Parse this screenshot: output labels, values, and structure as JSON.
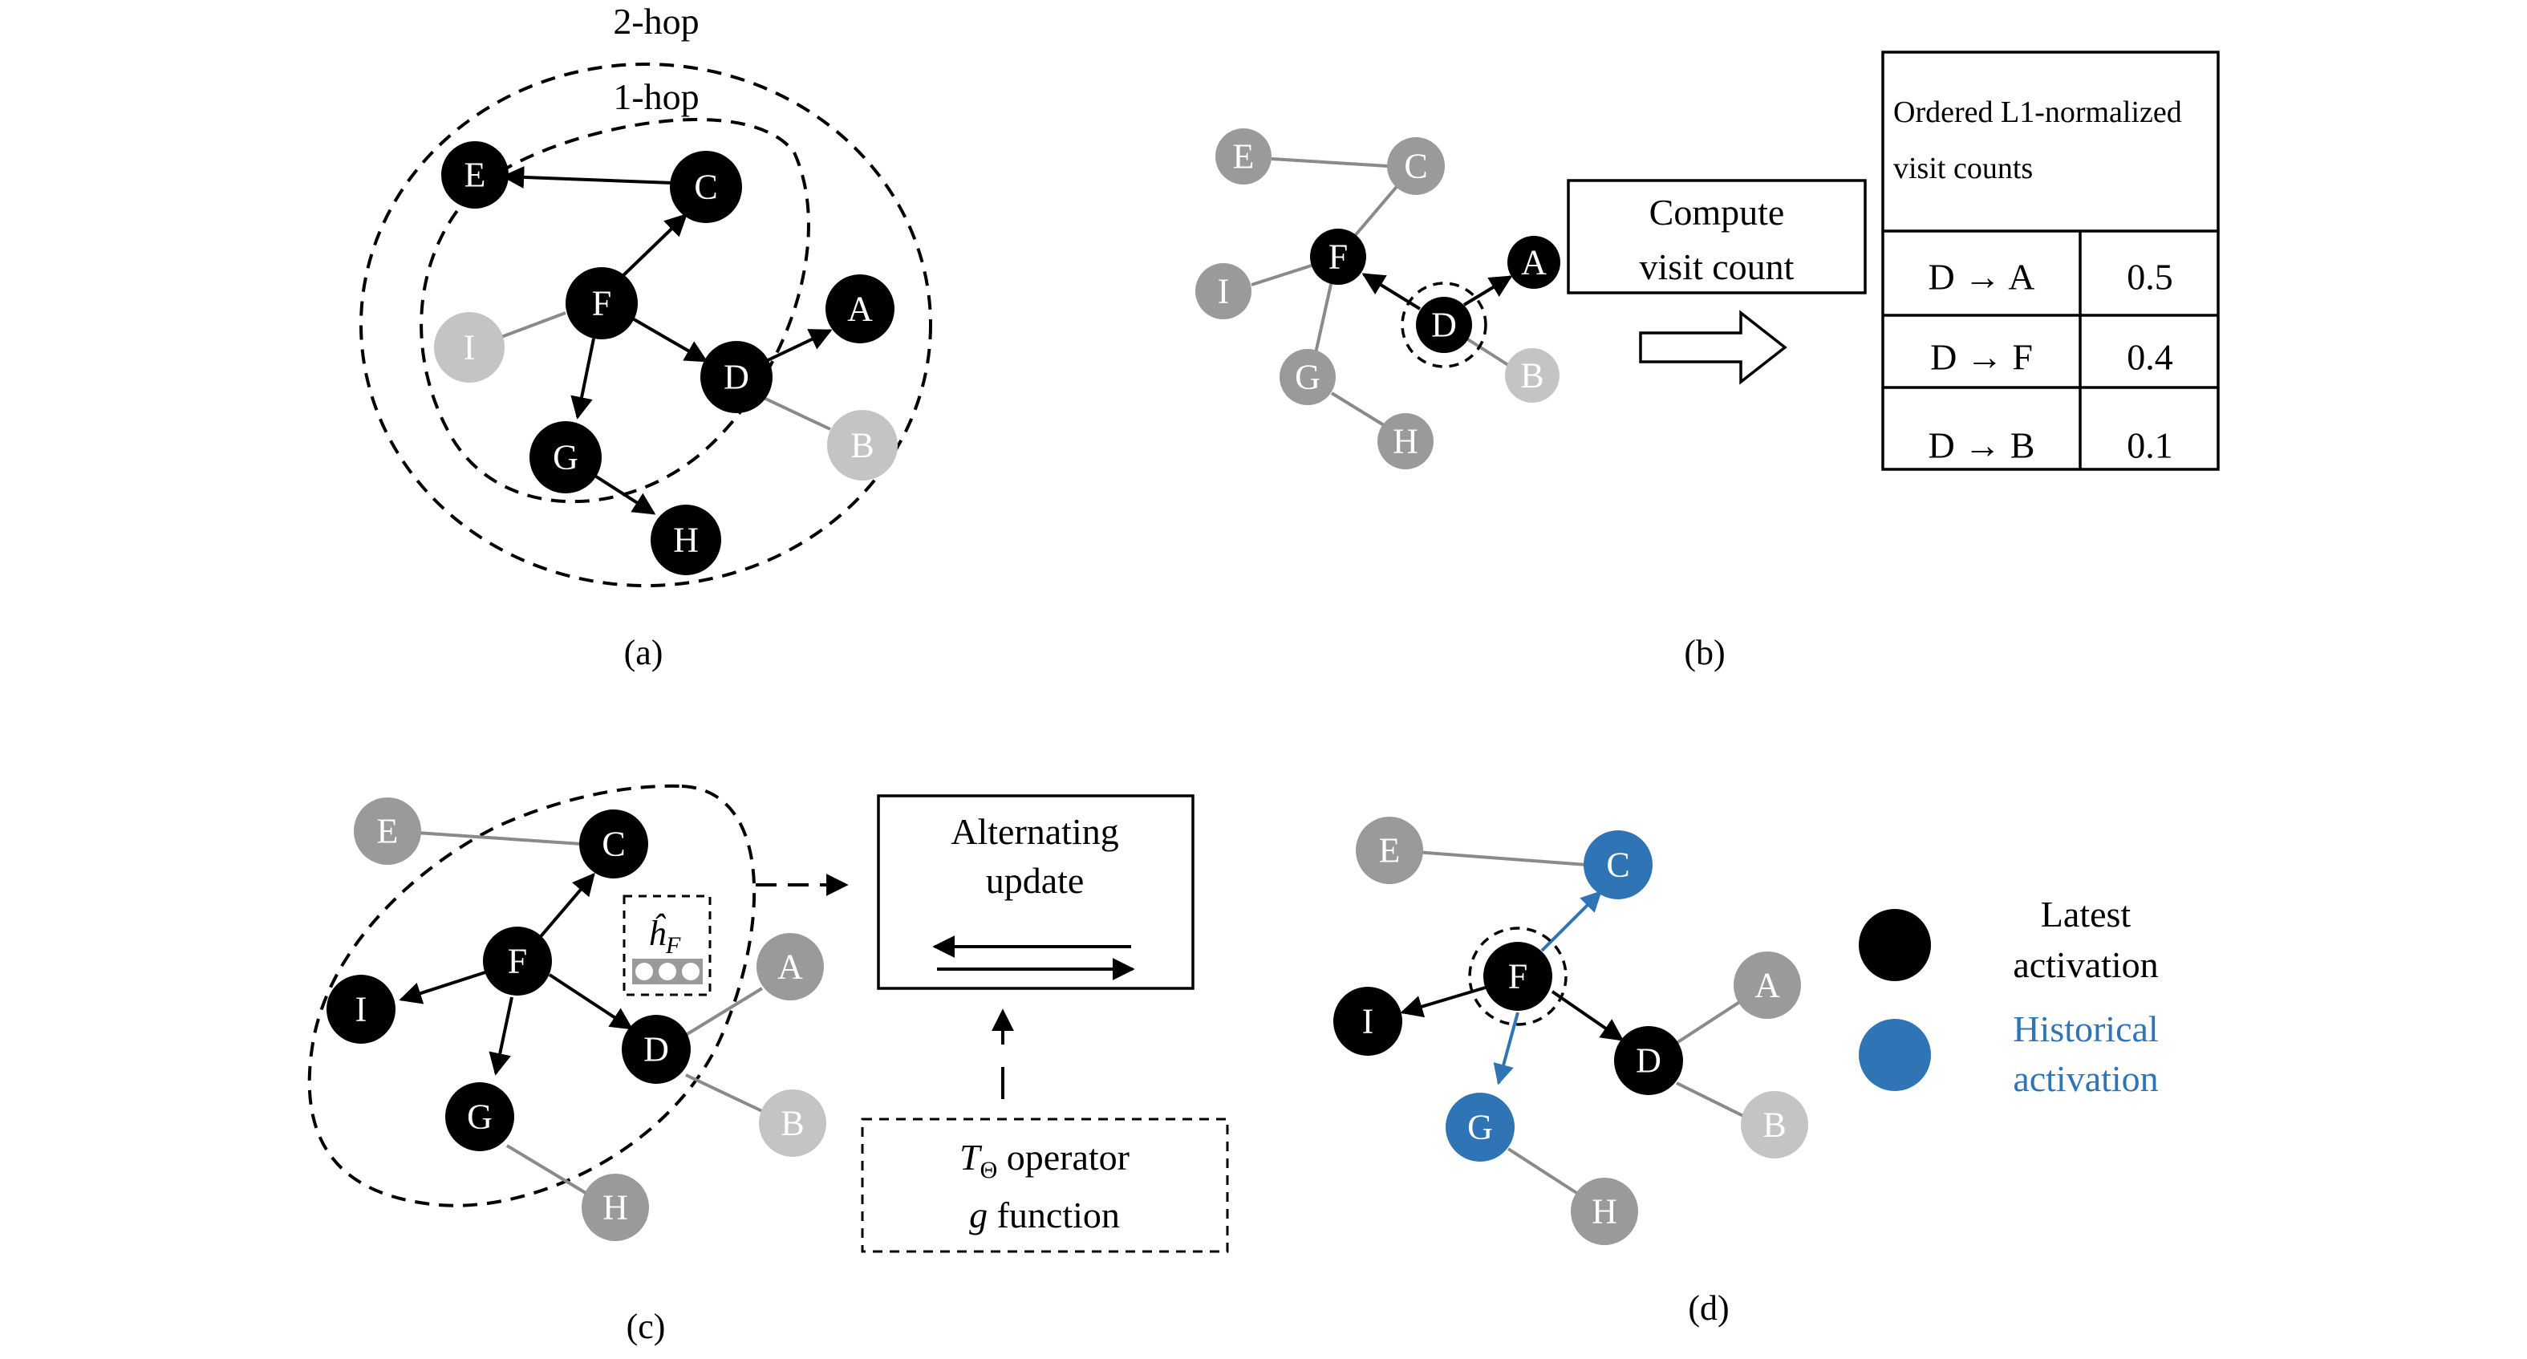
{
  "colors": {
    "latest": "#000000",
    "historical": "#2f74b5",
    "inactive_dark": "#9a9a9a",
    "inactive_light": "#c4c4c4",
    "edge_gray": "#8a8a8a"
  },
  "panel_a": {
    "caption": "(a)",
    "hop2_label": "2-hop",
    "hop1_label": "1-hop",
    "nodes": {
      "E": "E",
      "C": "C",
      "F": "F",
      "I": "I",
      "D": "D",
      "A": "A",
      "B": "B",
      "G": "G",
      "H": "H"
    }
  },
  "panel_b": {
    "caption": "(b)",
    "nodes": {
      "E": "E",
      "C": "C",
      "F": "F",
      "I": "I",
      "D": "D",
      "A": "A",
      "B": "B",
      "G": "G",
      "H": "H"
    },
    "compute_box": {
      "line1": "Compute",
      "line2": "visit count"
    },
    "table": {
      "header_line1": "Ordered L1-normalized",
      "header_line2": "visit counts",
      "rows": [
        {
          "edge": "D → A",
          "value": "0.5"
        },
        {
          "edge": "D → F",
          "value": "0.4"
        },
        {
          "edge": "D → B",
          "value": "0.1"
        }
      ]
    }
  },
  "panel_c": {
    "caption": "(c)",
    "nodes": {
      "E": "E",
      "C": "C",
      "F": "F",
      "I": "I",
      "D": "D",
      "A": "A",
      "B": "B",
      "G": "G",
      "H": "H"
    },
    "embedding_symbol": "ĥ",
    "embedding_subscript": "F",
    "alternating_box": {
      "line1": "Alternating",
      "line2": "update"
    },
    "operator_box": {
      "T_symbol": "T",
      "T_subscript": "Θ",
      "line1_rest": " operator",
      "g_symbol": "g",
      "line2_rest": " function"
    }
  },
  "panel_d": {
    "caption": "(d)",
    "nodes": {
      "E": "E",
      "C": "C",
      "F": "F",
      "I": "I",
      "D": "D",
      "A": "A",
      "B": "B",
      "G": "G",
      "H": "H"
    },
    "legend": [
      {
        "line1": "Latest",
        "line2": "activation",
        "color": "#000000"
      },
      {
        "line1": "Historical",
        "line2": "activation",
        "color": "#2f74b5"
      }
    ]
  }
}
